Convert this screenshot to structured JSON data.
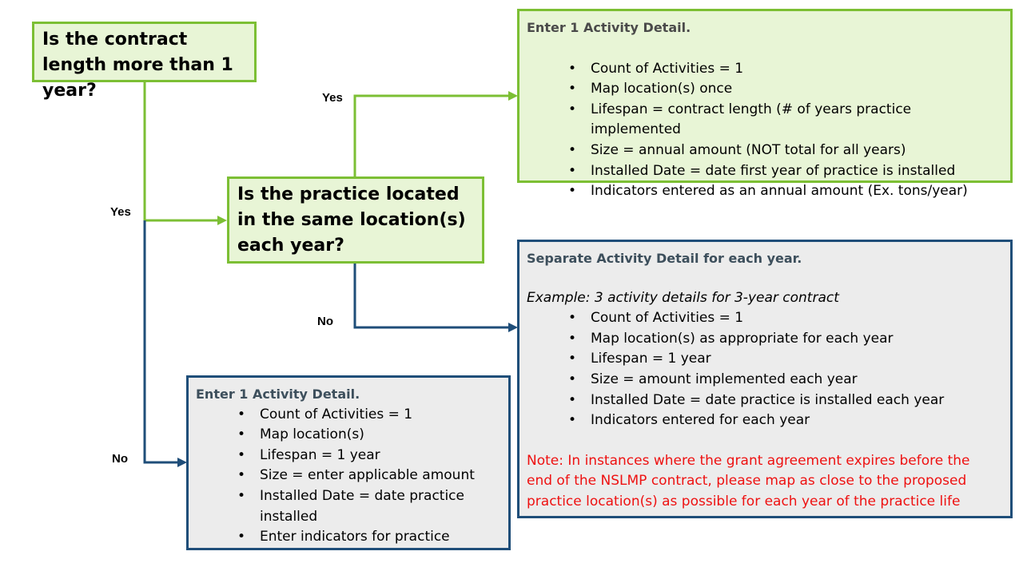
{
  "colors": {
    "green_border": "#7cbf34",
    "green_fill": "#e8f5d6",
    "navy": "#1f4e79",
    "gray_fill": "#ececec",
    "note_red": "#ee1111"
  },
  "nodes": {
    "q1": {
      "text": "Is the contract length more than 1 year?"
    },
    "q2": {
      "text": "Is the practice located in the same location(s) each year?"
    },
    "single_detail": {
      "title": "Enter 1 Activity Detail.",
      "items": [
        "Count of Activities = 1",
        "Map location(s) once",
        "Lifespan = contract length (# of years practice implemented",
        "Size = annual amount (NOT total for all years)",
        "Installed Date = date first year of practice is installed",
        "Indicators entered as an annual amount (Ex. tons/year)"
      ]
    },
    "separate_detail": {
      "title": "Separate Activity Detail for each year.",
      "example": "Example: 3 activity details for 3-year contract",
      "items": [
        "Count of Activities = 1",
        "Map location(s) as appropriate for each year",
        "Lifespan = 1 year",
        "Size = amount implemented each year",
        "Installed Date = date practice is installed each year",
        "Indicators entered for each year"
      ],
      "note": "Note: In instances where the grant agreement expires before the end of the NSLMP contract, please map as close to the proposed practice location(s) as possible for each year of the practice life"
    },
    "short_detail": {
      "title": "Enter 1 Activity Detail.",
      "items": [
        "Count of Activities = 1",
        "Map location(s)",
        "Lifespan = 1 year",
        "Size = enter applicable amount",
        "Installed Date = date practice installed",
        "Enter indicators for practice"
      ]
    }
  },
  "edges": {
    "q1_yes": "Yes",
    "q1_no": "No",
    "q2_yes": "Yes",
    "q2_no": "No"
  }
}
